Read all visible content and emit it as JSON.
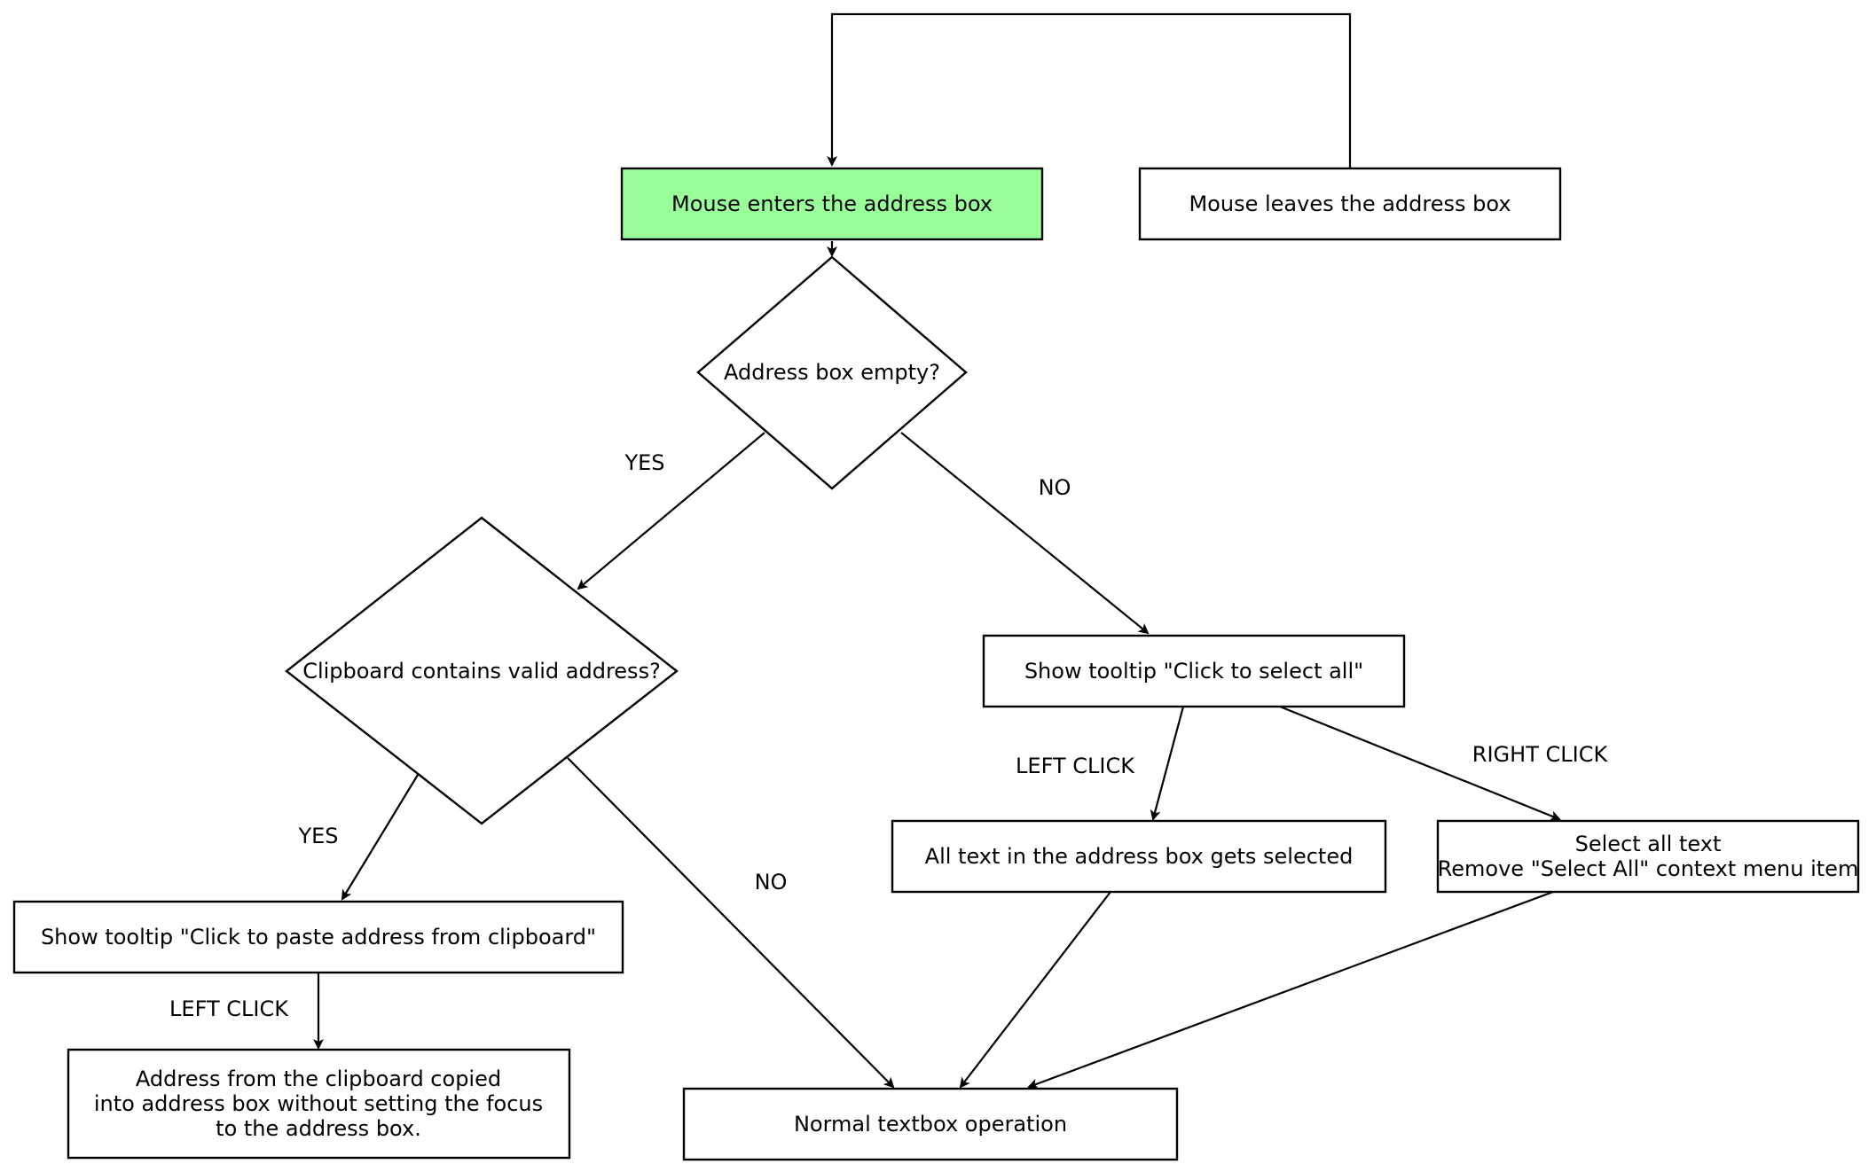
{
  "diagram": {
    "nodes": {
      "mouse_enters": "Mouse enters the address box",
      "mouse_leaves": "Mouse leaves the address box",
      "address_empty": "Address box empty?",
      "clipboard_valid": "Clipboard contains valid address?",
      "tooltip_select_all": "Show tooltip \"Click to select all\"",
      "tooltip_paste": "Show tooltip \"Click to paste address from clipboard\"",
      "text_selected": "All text in the address box gets selected",
      "select_all_line1": "Select all text",
      "select_all_line2": "Remove \"Select All\" context menu item",
      "paste_line1": "Address from the clipboard copied",
      "paste_line2": "into address box without setting the focus",
      "paste_line3": "to the address box.",
      "normal": "Normal textbox operation"
    },
    "edge_labels": {
      "empty_yes": "YES",
      "empty_no": "NO",
      "clip_yes": "YES",
      "clip_no": "NO",
      "left_click_select": "LEFT CLICK",
      "right_click": "RIGHT CLICK",
      "left_click_paste": "LEFT CLICK"
    },
    "colors": {
      "start_node_fill": "#99ff99",
      "stroke": "#000000",
      "background": "#ffffff"
    }
  }
}
